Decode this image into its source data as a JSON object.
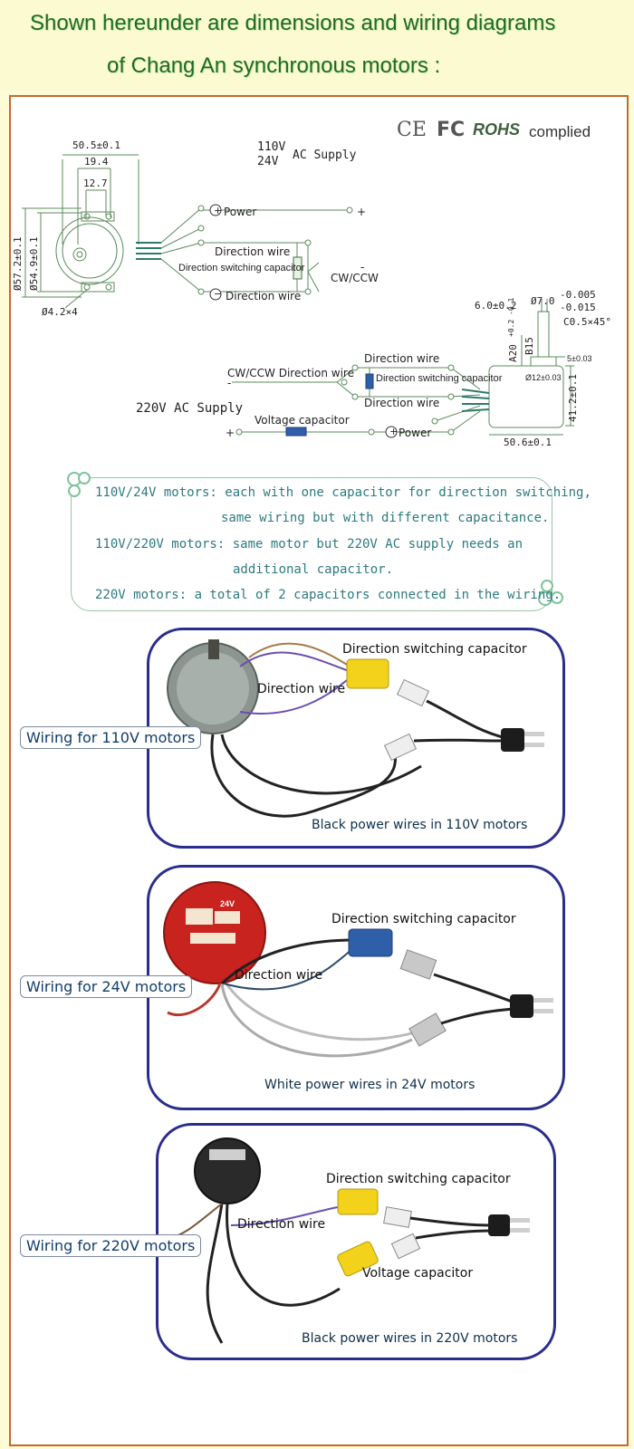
{
  "header": {
    "line1": "Shown hereunder are dimensions and wiring diagrams",
    "line2": "of Chang An synchronous motors :"
  },
  "certifications": {
    "ce": "CE",
    "fc": "FC",
    "rohs": "ROHS",
    "complied": "complied"
  },
  "diagram_110v": {
    "supply_110": "110V",
    "supply_24": "24V",
    "supply_label": "AC Supply",
    "dim_width": "50.5±0.1",
    "dim_19": "19.4",
    "dim_12": "12.7",
    "dim_57": "Ø57.2±0.1",
    "dim_54": "Ø54.9±0.1",
    "dim_hole": "Ø4.2×4",
    "power": "Power",
    "power_sign": "+",
    "direction_wire_top": "Direction wire",
    "switch_cap": "Direction switching capacitor",
    "direction_wire_bottom": "Direction wire",
    "minus_sign": "-",
    "cw_ccw": "CW/CCW"
  },
  "diagram_220v": {
    "dim_6": "6.0±0.2",
    "dim_7": "Ø7.0",
    "dim_7_tol1": "-0.005",
    "dim_7_tol2": "-0.015",
    "chamfer": "C0.5×45°",
    "dim_a20": "A20",
    "dim_a20_tol": "+0.2 -0.1",
    "dim_b15": "B15",
    "dim_5": "5±0.03",
    "dim_12": "Ø12±0.03",
    "dim_41": "41.2±0.1",
    "dim_50": "50.6±0.1",
    "direction_wire_top": "Direction wire",
    "cw_ccw_label": "CW/CCW Direction wire",
    "minus_sign": "-",
    "switch_cap": "Direction switching capacitor",
    "direction_wire_bottom": "Direction wire",
    "supply": "220V AC Supply",
    "voltage_cap": "Voltage capacitor",
    "plus_sign": "+",
    "power": "Power"
  },
  "notes": [
    "110V/24V motors: each with one capacitor for direction switching,",
    "same wiring but with different capacitance.",
    "110V/220V motors: same motor but 220V AC supply needs an",
    "additional capacitor.",
    "220V motors: a total of 2 capacitors connected in the wiring."
  ],
  "photos": {
    "p110": {
      "tag": "Wiring for 110V motors",
      "switch_cap": "Direction switching capacitor",
      "direction_wire": "Direction wire",
      "caption": "Black power wires in 110V motors"
    },
    "p24": {
      "tag": "Wiring for 24V motors",
      "switch_cap": "Direction switching capacitor",
      "direction_wire": "Direction wire",
      "caption": "White power wires in 24V motors",
      "motor_label": "24V"
    },
    "p220": {
      "tag": "Wiring for 220V motors",
      "switch_cap": "Direction switching capacitor",
      "direction_wire": "Direction wire",
      "voltage_cap": "Voltage capacitor",
      "caption": "Black power wires in 220V motors"
    }
  },
  "colors": {
    "header_green": "#1f6b1f",
    "frame_orange": "#c46a2b",
    "photo_border": "#2b2d8c",
    "note_text": "#2d7a7f",
    "capacitor_yellow": "#f2d21b",
    "capacitor_blue": "#2f5fa8",
    "motor_red": "#c8231f"
  }
}
